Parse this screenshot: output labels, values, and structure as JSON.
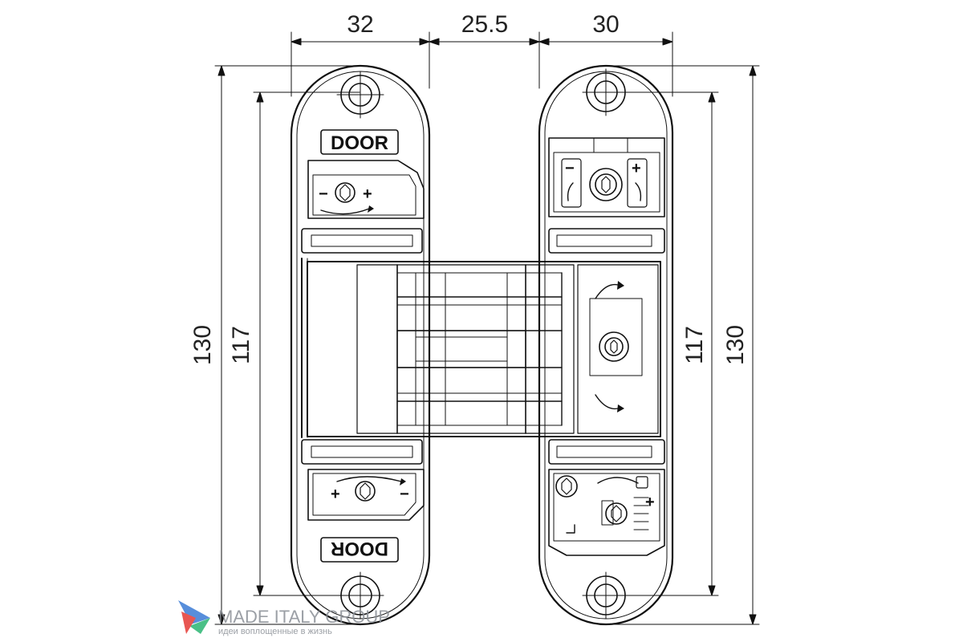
{
  "dimensions": {
    "width_left": "32",
    "width_middle": "25.5",
    "width_right": "30",
    "height_outer_left": "130",
    "height_inner_left": "117",
    "height_inner_right": "117",
    "height_outer_right": "130"
  },
  "labels": {
    "door_top": "DOOR",
    "door_bottom": "DOOR",
    "plus": "+",
    "minus": "−"
  },
  "watermark": {
    "brand": "MADE ITALY GROUP",
    "tagline": "идеи воплощенные в жизнь"
  }
}
